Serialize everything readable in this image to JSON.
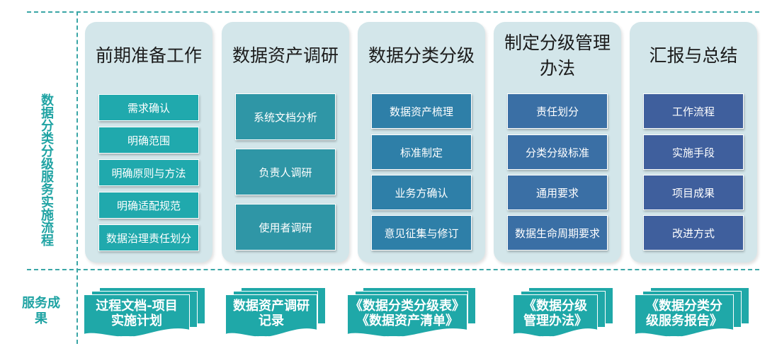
{
  "side": {
    "flow_label": "数据分类分级服务实施流程",
    "results_label": "服务成果"
  },
  "columns": [
    {
      "title": "前期准备工作",
      "items": [
        "需求确认",
        "明确范围",
        "明确原则与方法",
        "明确适配规范",
        "数据治理责任划分"
      ]
    },
    {
      "title": "数据资产调研",
      "items": [
        "系统文档分析",
        "负责人调研",
        "使用者调研"
      ]
    },
    {
      "title": "数据分类分级",
      "items": [
        "数据资产梳理",
        "标准制定",
        "业务方确认",
        "意见征集与修订"
      ]
    },
    {
      "title": "制定分级管理办法",
      "items": [
        "责任划分",
        "分类分级标准",
        "通用要求",
        "数据生命周期要求"
      ]
    },
    {
      "title": "汇报与总结",
      "items": [
        "工作流程",
        "实施手段",
        "项目成果",
        "改进方式"
      ]
    }
  ],
  "results": [
    {
      "line1": "过程文档-项目",
      "line2": "实施计划"
    },
    {
      "line1": "数据资产调研",
      "line2": "记录"
    },
    {
      "line1": "《数据分类分级表》",
      "line2": "《数据资产清单》"
    },
    {
      "line1": "《数据分级",
      "line2": "管理办法》"
    },
    {
      "line1": "《数据分类分",
      "line2": "级服务报告》"
    }
  ],
  "colors": {
    "teal": "#1fa8a8",
    "panel": "#d3e6ea"
  }
}
